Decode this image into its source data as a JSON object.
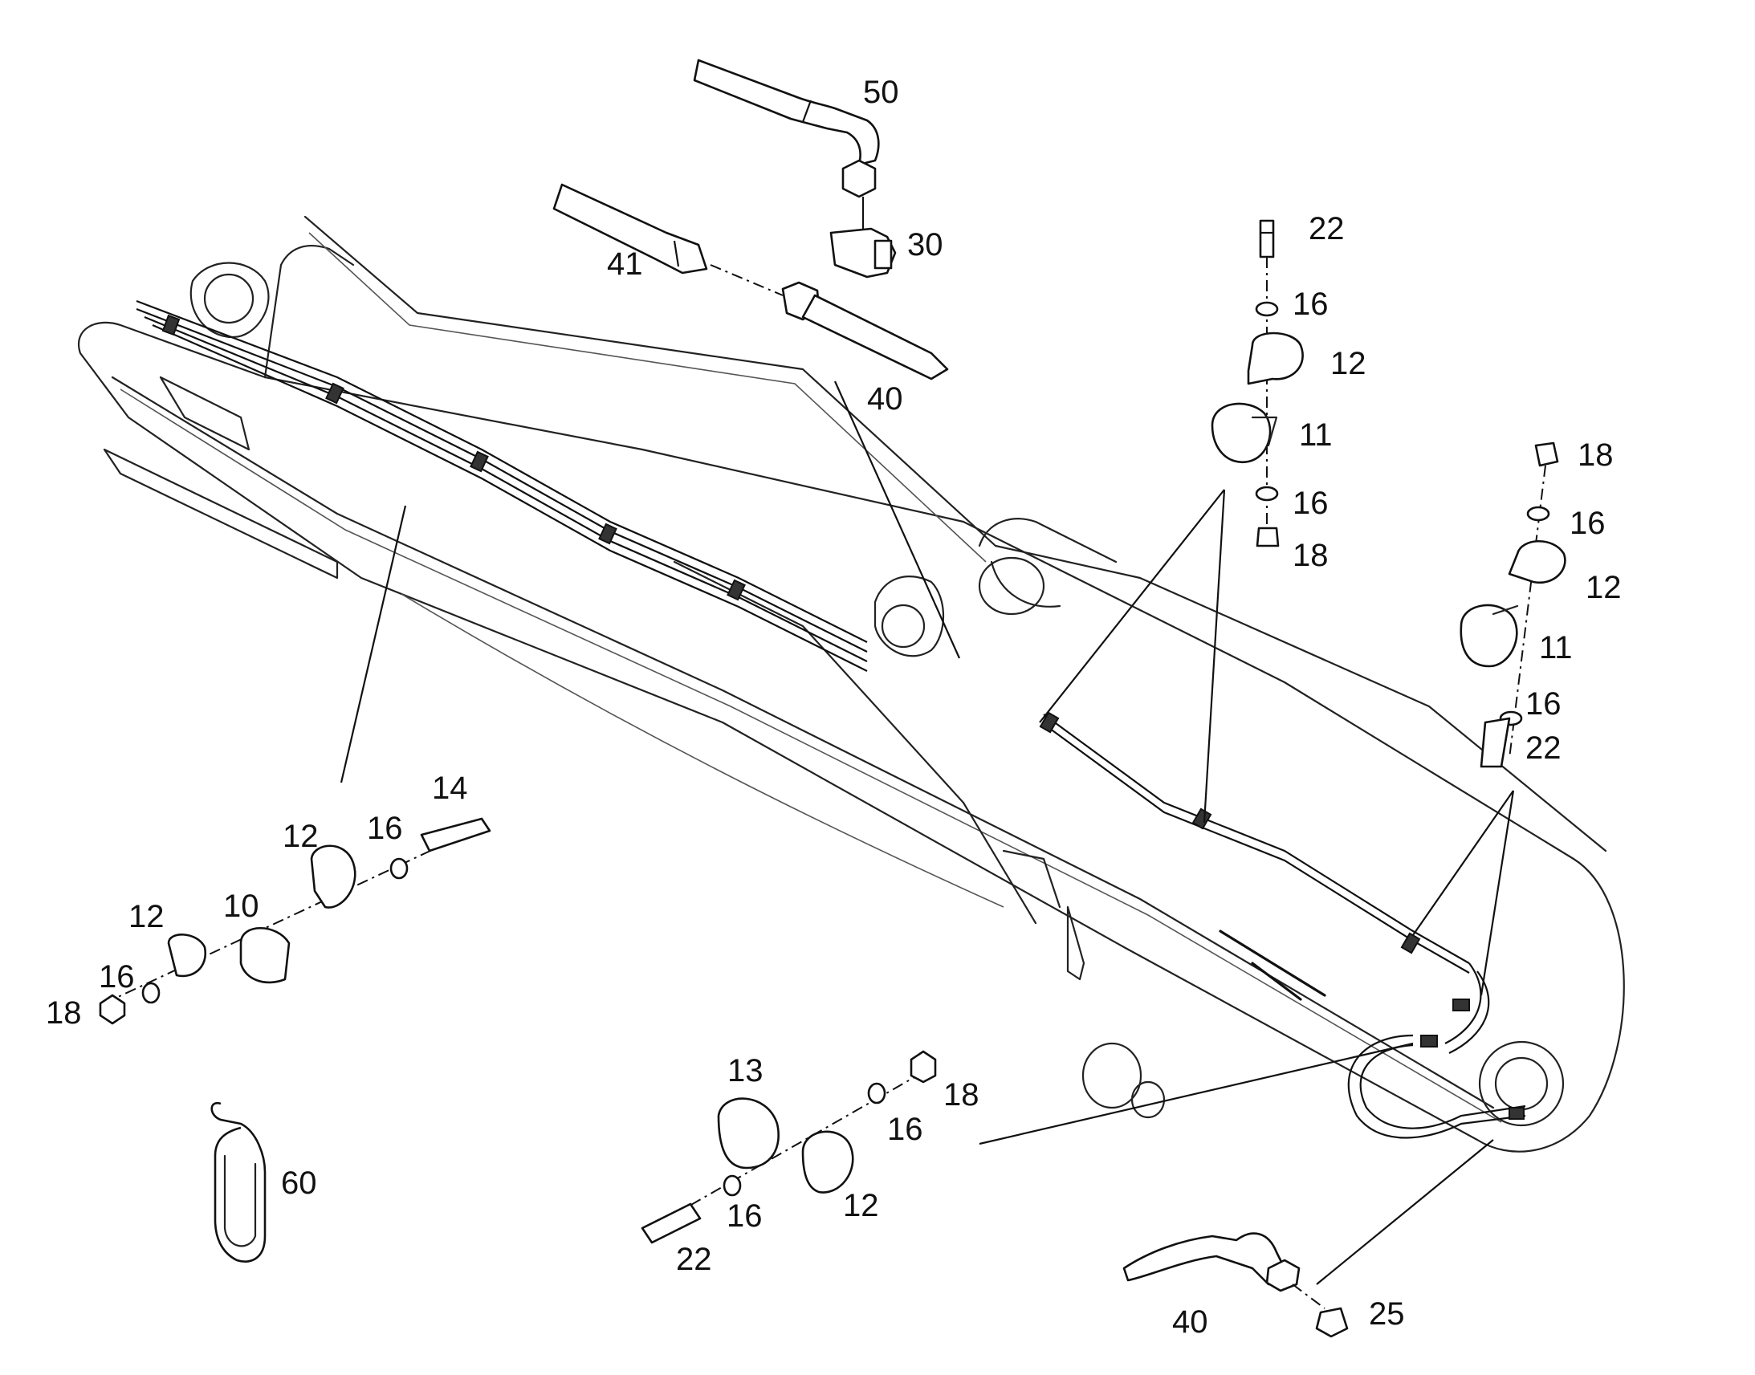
{
  "diagram": {
    "labels": [
      "50",
      "30",
      "41",
      "40",
      "22",
      "16",
      "12",
      "11",
      "16",
      "18",
      "18",
      "16",
      "12",
      "11",
      "16",
      "22",
      "14",
      "12",
      "16",
      "12",
      "10",
      "16",
      "18",
      "13",
      "18",
      "16",
      "16",
      "12",
      "22",
      "60",
      "40",
      "25"
    ]
  },
  "colors": {
    "line": "#222222",
    "background": "#ffffff"
  }
}
